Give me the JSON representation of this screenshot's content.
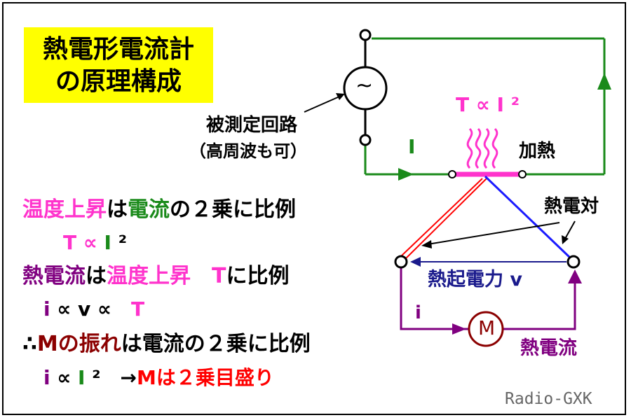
{
  "title": {
    "line1": "熱電形電流計",
    "line2": "の原理構成"
  },
  "colors": {
    "magenta": "#ff33cc",
    "green": "#1a8a1a",
    "purple": "#800080",
    "navy": "#1a1a8c",
    "maroon": "#8b0000",
    "red": "#ff0000",
    "blue": "#1a1aff",
    "highlight": "#ffff00"
  },
  "diagram": {
    "source_symbol": "~",
    "source_label": "被測定回路",
    "source_note": "（高周波も可）",
    "current_label": "I",
    "heating_label": "加熱",
    "temp_relation": "T ∝ I ²",
    "thermocouple_label": "熱電対",
    "emf_label": "熱起電力 v",
    "meter_symbol": "M",
    "meter_current_label": "i",
    "thermal_current_label": "熱電流"
  },
  "explanation": {
    "line1": {
      "a": "温度上昇",
      "b": "は",
      "c": "電流",
      "d": "の２乗に比例"
    },
    "line2": {
      "a": "T ∝ ",
      "b": "I",
      "c": " ²"
    },
    "line3": {
      "a": "熱電流",
      "b": "は",
      "c": "温度上昇　T",
      "d": "に比例"
    },
    "line4": {
      "a": "i",
      "b": " ∝ v ∝　",
      "c": "T"
    },
    "line5": {
      "a": "∴",
      "b": "Mの振れ",
      "c": "は電流の２乗に比例"
    },
    "line6": {
      "a": "i",
      "b": " ∝ ",
      "c": "I",
      "d": " ²　→",
      "e": "Mは２乗目盛り"
    }
  },
  "credit": "Radio-GXK"
}
